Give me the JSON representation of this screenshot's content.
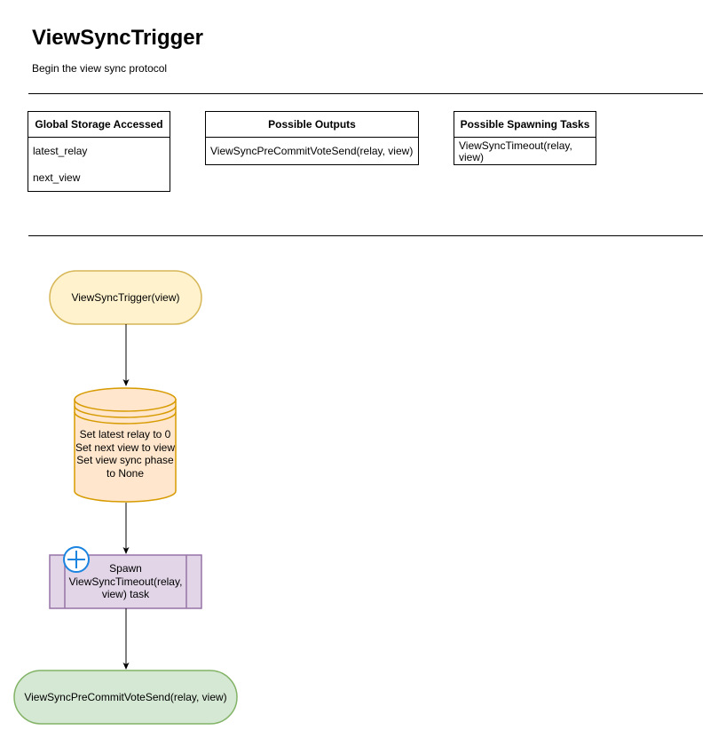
{
  "header": {
    "title": "ViewSyncTrigger",
    "subtitle": "Begin the view sync protocol"
  },
  "tables": {
    "global_storage": {
      "header": "Global Storage Accessed",
      "rows": [
        "latest_relay",
        "next_view"
      ]
    },
    "possible_outputs": {
      "header": "Possible Outputs",
      "rows": [
        "ViewSyncPreCommitVoteSend(relay, view)"
      ]
    },
    "spawning_tasks": {
      "header": "Possible Spawning Tasks",
      "rows": [
        "ViewSyncTimeout(relay, view)"
      ]
    }
  },
  "flow": {
    "start": {
      "label": "ViewSyncTrigger(view)",
      "shape": "terminator",
      "fill": "#fff2cc",
      "stroke": "#d6b656"
    },
    "storage": {
      "lines": [
        "Set latest relay to 0",
        "Set next view to view",
        "Set view sync phase",
        "to None"
      ],
      "shape": "database",
      "fill": "#ffe6cc",
      "stroke": "#d79b00"
    },
    "spawn": {
      "lines": [
        "Spawn",
        "ViewSyncTimeout(relay,",
        "view) task"
      ],
      "shape": "subprocess",
      "fill": "#e1d5e7",
      "stroke": "#9673a6",
      "icon": "plus-circle-icon",
      "icon_color": "#1a84e0"
    },
    "end": {
      "label": "ViewSyncPreCommitVoteSend(relay, view)",
      "shape": "terminator",
      "fill": "#d5e8d4",
      "stroke": "#82b366"
    }
  }
}
